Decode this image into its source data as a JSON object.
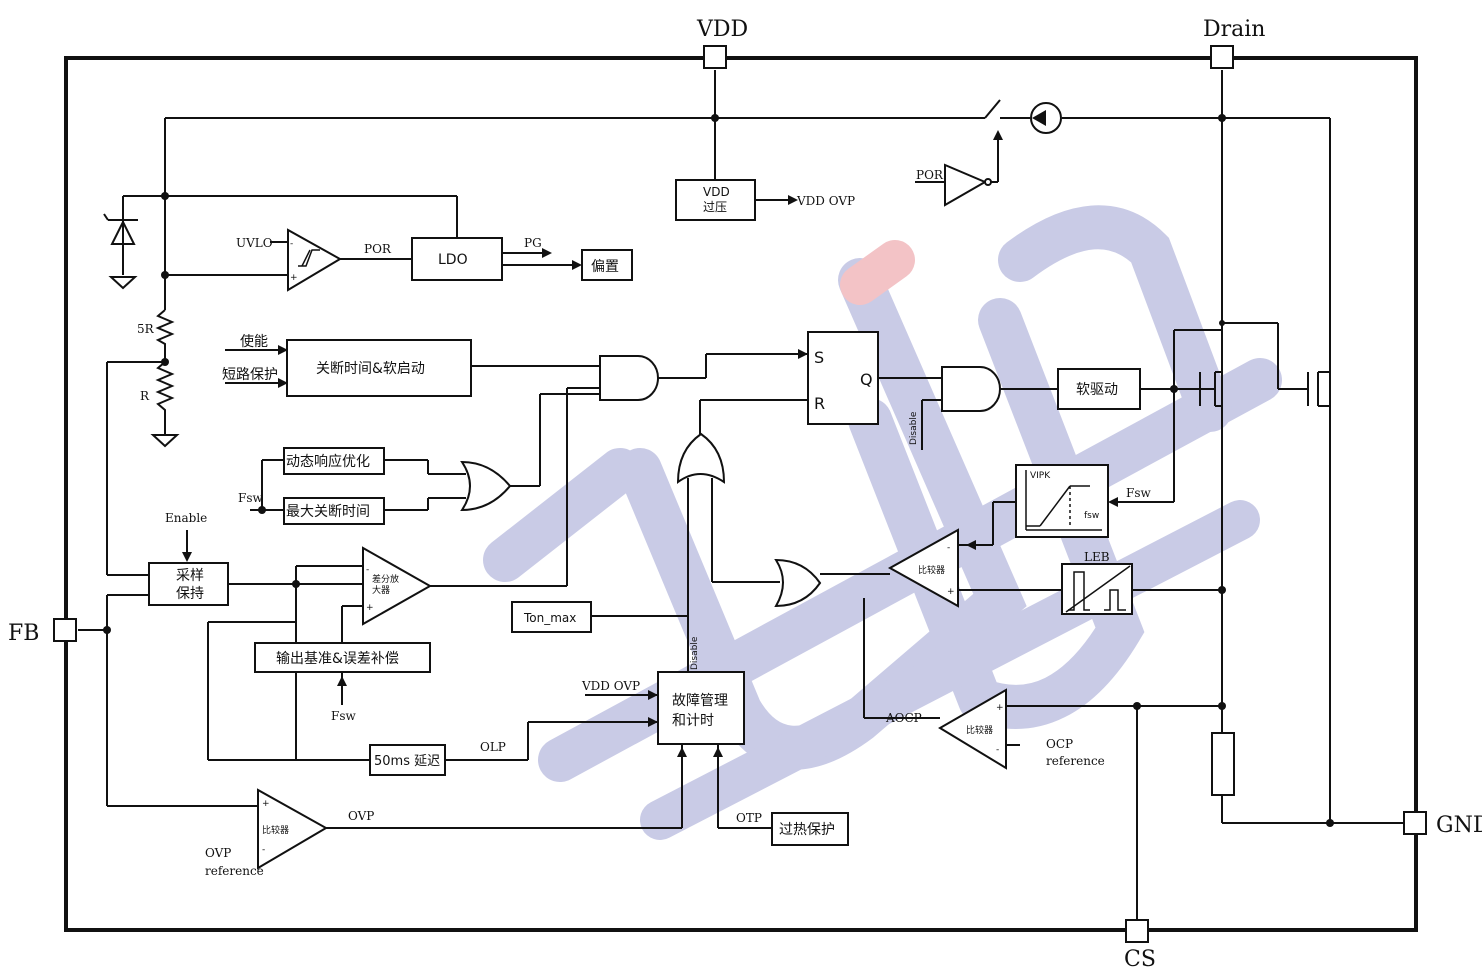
{
  "pins": {
    "vdd": "VDD",
    "drain": "Drain",
    "fb": "FB",
    "gnd": "GND",
    "cs": "CS"
  },
  "blocks": {
    "vdd_ovp_block": "VDD\n过压",
    "ldo": "LDO",
    "bias": "偏置",
    "soft_start": "关断时间&软启动",
    "dyn_opt": "动态响应优化",
    "max_off": "最大关断时间",
    "sample_hold": "采样\n保持",
    "ref_comp": "输出基准&误差补偿",
    "ton_max": "Ton_max",
    "fault_mgmt": "故障管理\n和计时",
    "delay_50ms": "50ms 延迟",
    "otp_block": "过热保护",
    "soft_drive": "软驱动",
    "leb": "LEB"
  },
  "labels": {
    "vdd_ovp_out": "VDD OVP",
    "por_inv": "POR",
    "uvlo": "UVLO",
    "por": "POR",
    "pg": "PG",
    "r5": "5R",
    "r": "R",
    "enable_cn": "使能",
    "short_prot": "短路保护",
    "s": "S",
    "r_in": "R",
    "q": "Q",
    "disable_v": "Disable",
    "disable_v2": "Disable",
    "fsw1": "Fsw",
    "enable": "Enable",
    "diff_amp": "差分放\n大器",
    "fsw2": "Fsw",
    "vdd_ovp_in": "VDD OVP",
    "olp": "OLP",
    "ovp": "OVP",
    "ovp_ref": "OVP\nreference",
    "comp": "比较器",
    "comp2": "比较器",
    "comp3": "比较器",
    "otp": "OTP",
    "aocp": "AOCP",
    "ocp_ref": "OCP\nreference",
    "vipk": "VIPK",
    "fsw_graph": "fsw",
    "fsw3": "Fsw"
  },
  "colors": {
    "line": "#111111",
    "watermark_blue": "#c9cbe6",
    "watermark_red": "#f3c3c6"
  }
}
